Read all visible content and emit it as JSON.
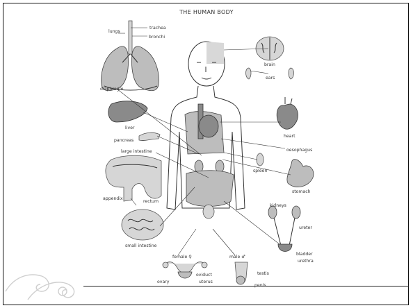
{
  "title": "THE HUMAN BODY",
  "labels": {
    "lungs": "lungs",
    "trachea": "trachea",
    "bronchi": "bronchi",
    "diaphragm": "diaphragm",
    "brain": "brain",
    "ears": "ears",
    "liver": "liver",
    "pancreas": "pancreas",
    "heart": "heart",
    "large_intestine": "large intestine",
    "oesophagus": "oesophagus",
    "spleen": "spleen",
    "stomach": "stomach",
    "appendix": "appendix",
    "rectum": "rectum",
    "kidneys": "kidneys",
    "ureter": "ureter",
    "small_intestine": "small intestine",
    "bladder": "bladder",
    "urethra": "urethra",
    "female": "female ♀",
    "male": "male ♂",
    "oviduct": "oviduct",
    "uterus": "uterus",
    "ovary": "ovary",
    "testis": "testis",
    "penis": "penis"
  }
}
